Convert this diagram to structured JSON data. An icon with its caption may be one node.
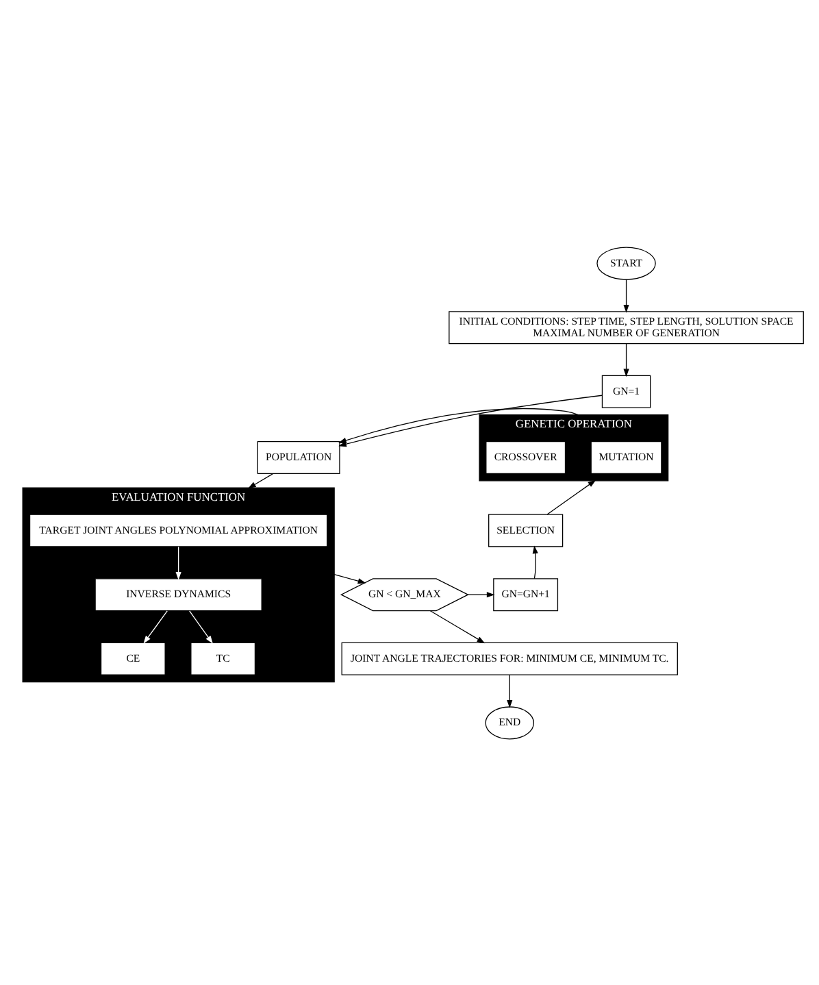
{
  "diagram": {
    "nodes": [
      {
        "text": [
          "START"
        ]
      },
      {
        "text": [
          "INITIAL CONDITIONS: STEP TIME, STEP LENGTH, SOLUTION SPACE MAXIMAL NUMBER OF GENERATION"
        ]
      },
      {
        "text": [
          "GN=1"
        ]
      },
      {
        "text": [
          "POPULATION"
        ]
      },
      {
        "text": [
          "EVALUATION FUNCTION"
        ]
      },
      {
        "text": [
          "TARGET JOINT ANGLES POLYNOMIAL APPROXIMATION"
        ],
        "in": 4
      },
      {
        "text": [
          "INVERSE DYNAMICS"
        ],
        "in": 4
      },
      {
        "text": [
          "CE"
        ],
        "in": 4
      },
      {
        "text": [
          "TC"
        ],
        "in": 4
      },
      {
        "text": [
          "GN < GN_MAX"
        ]
      },
      {
        "text": [
          "GN=GN+1"
        ]
      },
      {
        "text": [
          "SELECTION"
        ]
      },
      {
        "text": [
          "GENETIC OPERATION"
        ]
      },
      {
        "text": [
          "MUTATION"
        ],
        "in": 12
      },
      {
        "text": [
          "CROSSOVER"
        ],
        "in": 12
      },
      {
        "text": [
          "JOINT ANGLE TRAJECTORIES FOR: MINIMUM CE, MINIMUM TC."
        ]
      },
      {
        "text": [
          "END"
        ]
      }
    ],
    "edges": [
      {
        "from": 0,
        "to": 1,
        "arrow": "to"
      },
      {
        "from": 1,
        "to": 2,
        "arrow": "to"
      },
      {
        "from": 2,
        "to": 3,
        "arrow": "to"
      },
      {
        "from": 12,
        "to": 3,
        "arrow": "to"
      },
      {
        "from": 3,
        "to": 4,
        "arrow": "to"
      },
      {
        "from": 5,
        "to": 6,
        "arrow": "to",
        "color": "#ffffff"
      },
      {
        "from": 6,
        "to": 7,
        "arrow": "to",
        "color": "#ffffff"
      },
      {
        "from": 6,
        "to": 8,
        "arrow": "to",
        "color": "#ffffff"
      },
      {
        "from": 4,
        "to": 9,
        "arrow": "to"
      },
      {
        "from": 9,
        "to": 10,
        "arrow": "to"
      },
      {
        "from": 10,
        "to": 11,
        "arrow": "to"
      },
      {
        "from": 11,
        "to": 12,
        "arrow": "to"
      },
      {
        "from": 9,
        "to": 15,
        "arrow": "to"
      },
      {
        "from": 15,
        "to": 16,
        "arrow": "to"
      }
    ]
  }
}
